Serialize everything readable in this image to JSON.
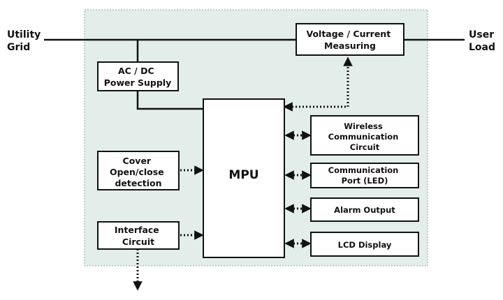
{
  "labels": {
    "utility_grid": [
      "Utility",
      "Grid"
    ],
    "user_load": [
      "User",
      "Load"
    ]
  },
  "blocks": {
    "voltage_current": [
      "Voltage / Current",
      "Measuring"
    ],
    "power_supply": [
      "AC / DC",
      "Power Supply"
    ],
    "mpu": [
      "MPU"
    ],
    "cover_detection": [
      "Cover",
      "Open/close",
      "detection"
    ],
    "interface_circuit": [
      "Interface",
      "Circuit"
    ],
    "wireless": [
      "Wireless",
      "Communication",
      "Circuit"
    ],
    "comm_port": [
      "Communication",
      "Port (LED)"
    ],
    "alarm_output": [
      "Alarm Output"
    ],
    "lcd_display": [
      "LCD Display"
    ]
  },
  "colors": {
    "enclosure_fill": "#e3eeeb",
    "enclosure_border": "#9aa6a3",
    "ink": "#111111"
  }
}
